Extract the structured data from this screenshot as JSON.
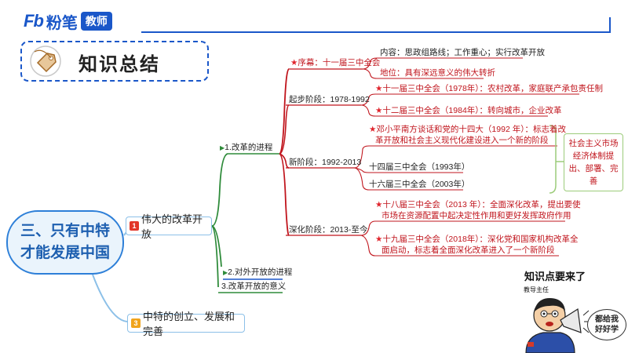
{
  "brand": {
    "mark": "Fb",
    "name": "粉笔",
    "tag": "教师"
  },
  "title": "知识总结",
  "central_topic": {
    "line1": "三、只有中特",
    "line2": "才能发展中国"
  },
  "topics": [
    {
      "badge": "1",
      "label": "伟大的改革开放"
    },
    {
      "badge": "3",
      "label": "中特的创立、发展和完善"
    }
  ],
  "subtopics": [
    {
      "label": "1.改革的进程"
    },
    {
      "label": "2.对外开放的进程"
    },
    {
      "label": "3.改革开放的意义"
    }
  ],
  "prelude": {
    "title": "序幕：十一届三中全会",
    "items": [
      "内容：思政组路线；工作重心；实行改革开放",
      "地位：具有深远意义的伟大转折"
    ]
  },
  "stage1": {
    "title": "起步阶段：1978-1992",
    "items": [
      "十一届三中全会（1978年）：农村改革，家庭联产承包责任制",
      "十二届三中全会（1984年）：转向城市，企业改革"
    ]
  },
  "stage2": {
    "title": "新阶段：1992-2013",
    "item1": {
      "line1": "邓小平南方谈话和党的十四大（1992 年）：标志着改",
      "line2": "革开放和社会主义现代化建设进入一个新的阶段"
    },
    "item2": "十四届三中全会（1993年）",
    "item3": "十六届三中全会（2003年）",
    "note": "社会主义市场经济体制提出、部署、完善"
  },
  "stage3": {
    "title": "深化阶段：2013-至今",
    "item1": {
      "line1": "十八届三中全会（2013 年）：全面深化改革，提出要使",
      "line2": "市场在资源配置中起决定性作用和更好发挥政府作用"
    },
    "item2": {
      "line1": "十九届三中全会（2018年）：深化党和国家机构改革全",
      "line2": "面启动，标志着全面深化改革进入了一个新阶段"
    }
  },
  "star_glyph": "★",
  "cartoon": {
    "caption": "知识点要来了",
    "label": "教导主任",
    "bubble_line1": "都给我",
    "bubble_line2": "好好学"
  },
  "colors": {
    "brand": "#1a57c9",
    "branch_red": "#c0141c",
    "branch_green": "#2e8b3a",
    "topic_border": "#8cc0e8"
  }
}
